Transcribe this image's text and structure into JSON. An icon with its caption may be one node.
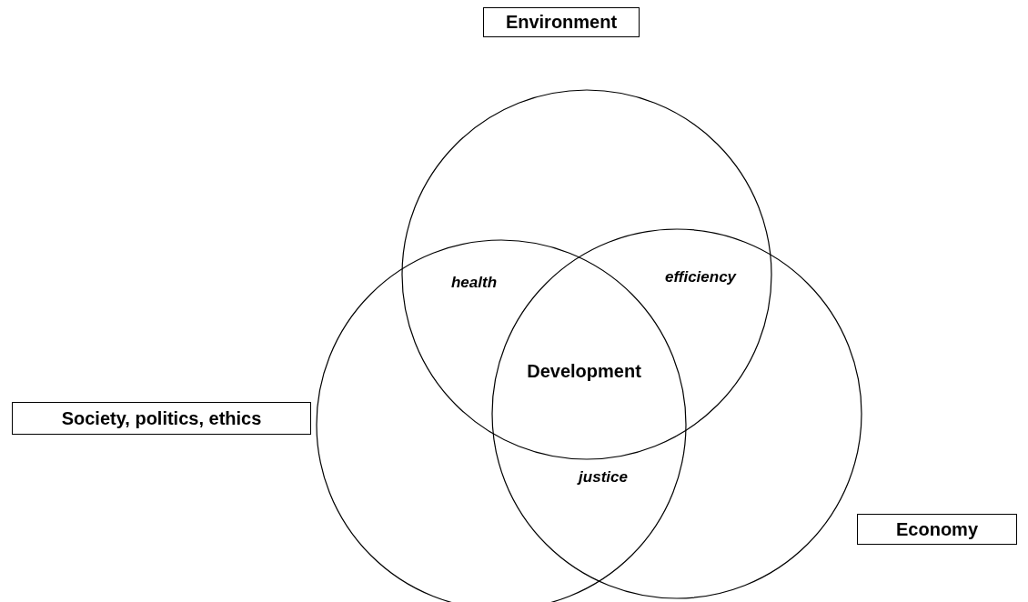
{
  "diagram": {
    "nodes": [
      {
        "text": [
          "Environment"
        ]
      },
      {
        "text": [
          "Society, politics, ethics"
        ]
      },
      {
        "text": [
          "Economy"
        ]
      },
      {
        "text": [],
        "shape": "circle"
      },
      {
        "text": [],
        "shape": "circle"
      },
      {
        "text": [],
        "shape": "circle"
      }
    ],
    "labels": [
      "health",
      "efficiency",
      "Development",
      "justice"
    ]
  }
}
